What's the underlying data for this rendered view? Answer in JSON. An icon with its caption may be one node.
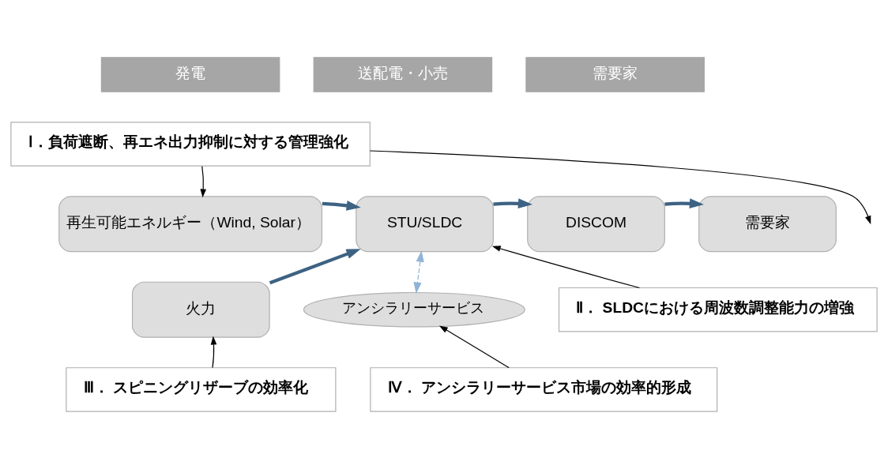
{
  "diagram": {
    "nodes": [
      {
        "text": [
          "発電"
        ]
      },
      {
        "text": [
          "送配電・小売"
        ]
      },
      {
        "text": [
          "需要家"
        ]
      },
      {
        "text": [
          "再生可能エネルギー（Wind, Solar）"
        ]
      },
      {
        "text": [
          "火力"
        ]
      },
      {
        "text": [
          "STU/SLDC"
        ]
      },
      {
        "text": [
          "DISCOM"
        ]
      },
      {
        "text": [
          "需要家"
        ]
      },
      {
        "text": [
          "アンシラリーサービス"
        ]
      },
      {
        "text": [
          "Ⅰ．負荷遮断、再エネ出力抑制に対する管理強化"
        ]
      },
      {
        "text": [
          "Ⅱ． SLDCにおける周波数調整能力の増強"
        ]
      },
      {
        "text": [
          "Ⅲ． スピニングリザーブの効率化"
        ]
      },
      {
        "text": [
          "Ⅳ． アンシラリーサービス市場の効率的形成"
        ]
      }
    ],
    "edges": [
      {
        "from": 3,
        "to": 5,
        "arrow": "to",
        "style": "thick",
        "color": "#3d6283"
      },
      {
        "from": 4,
        "to": 5,
        "arrow": "to",
        "style": "thick",
        "color": "#3d6283"
      },
      {
        "from": 5,
        "to": 6,
        "arrow": "to",
        "style": "thick",
        "color": "#3d6283"
      },
      {
        "from": 6,
        "to": 7,
        "arrow": "to",
        "style": "thick",
        "color": "#3d6283"
      },
      {
        "from": 5,
        "to": 8,
        "arrow": "both",
        "style": "dashed",
        "color": "#8fb4d6"
      },
      {
        "from": 9,
        "to": 3,
        "arrow": "to"
      },
      {
        "from": 9,
        "to": null,
        "arrow": "to"
      },
      {
        "from": 10,
        "to": 5,
        "arrow": "to"
      },
      {
        "from": 11,
        "to": 4,
        "arrow": "to"
      },
      {
        "from": 12,
        "to": 8,
        "arrow": "to"
      }
    ]
  }
}
